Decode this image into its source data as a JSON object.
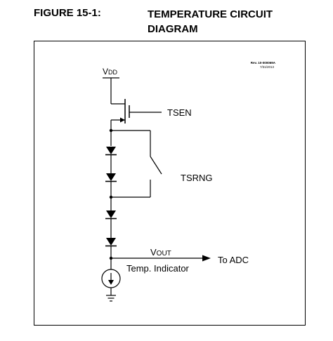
{
  "figure": {
    "label": "FIGURE 15-1:",
    "title_line1": "TEMPERATURE CIRCUIT",
    "title_line2": "DIAGRAM"
  },
  "revision": {
    "line1": "Rev. 10-000069A",
    "line2": "7/31/2013"
  },
  "diagram": {
    "vdd_main": "V",
    "vdd_sub": "DD",
    "tsen": "TSEN",
    "tsrng": "TSRNG",
    "vout_main": "V",
    "vout_sub": "OUT",
    "temp_indicator": "Temp. Indicator",
    "to_adc": "To ADC"
  }
}
